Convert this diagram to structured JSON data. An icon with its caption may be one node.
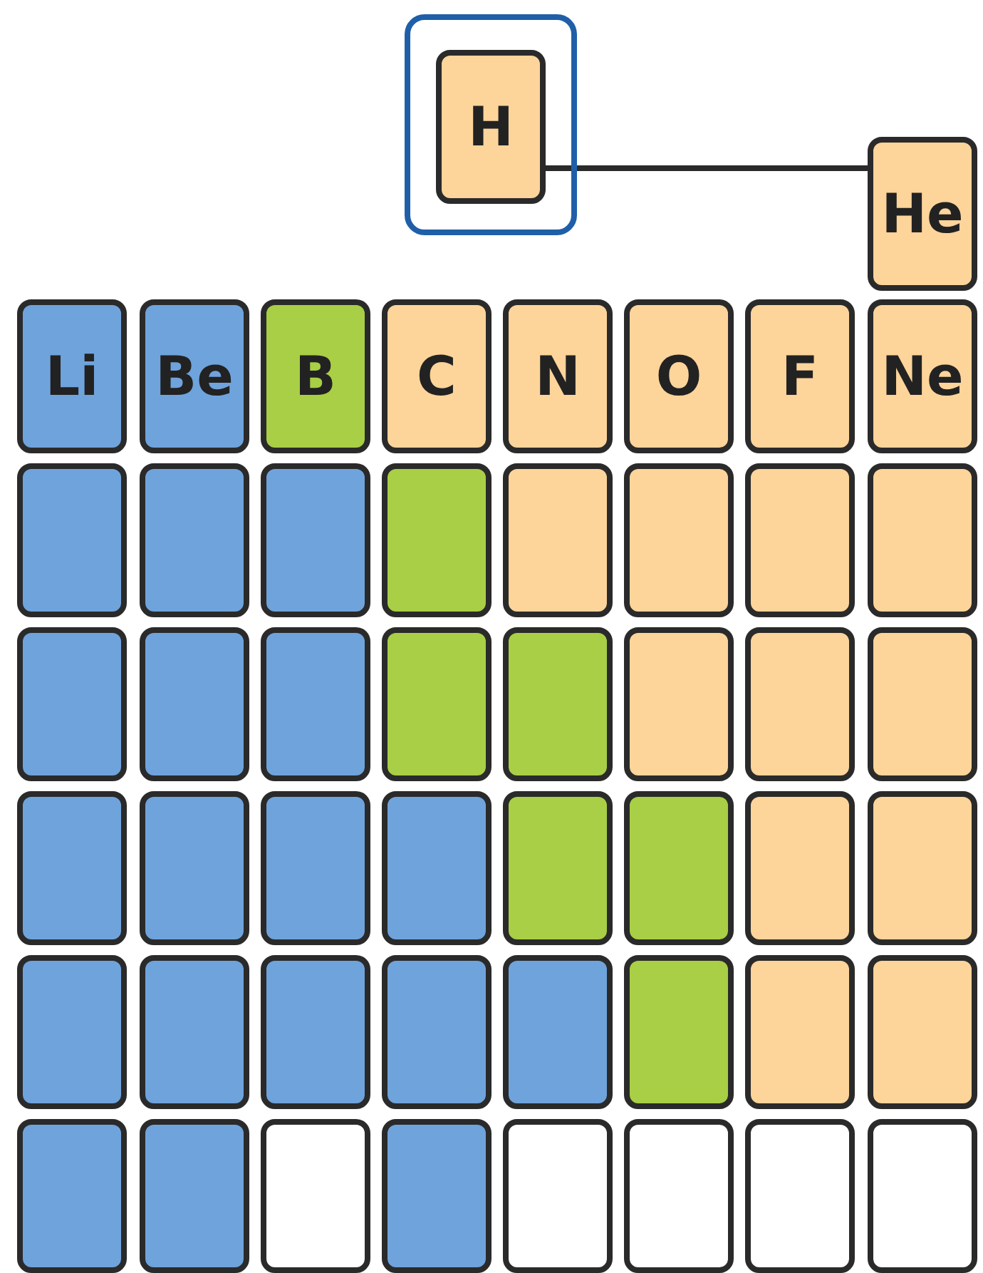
{
  "diagram": {
    "nodes": [
      {
        "text": [],
        "shape": "box"
      },
      {
        "text": [
          "H"
        ],
        "in": 0
      },
      {
        "text": [
          "He"
        ]
      },
      {
        "text": [
          "Li"
        ]
      },
      {
        "text": [
          "Be"
        ]
      },
      {
        "text": [
          "B"
        ]
      },
      {
        "text": [
          "C"
        ]
      },
      {
        "text": [
          "N"
        ]
      },
      {
        "text": [
          "O"
        ]
      },
      {
        "text": [
          "F"
        ]
      },
      {
        "text": [
          "Ne"
        ]
      },
      {
        "text": [],
        "shape": "box"
      },
      {
        "text": [],
        "shape": "box"
      },
      {
        "text": [],
        "shape": "box"
      },
      {
        "text": [],
        "shape": "box"
      },
      {
        "text": [],
        "shape": "box"
      },
      {
        "text": [],
        "shape": "box"
      },
      {
        "text": [],
        "shape": "box"
      },
      {
        "text": [],
        "shape": "box"
      },
      {
        "text": [],
        "shape": "box"
      },
      {
        "text": [],
        "shape": "box"
      },
      {
        "text": [],
        "shape": "box"
      },
      {
        "text": [],
        "shape": "box"
      },
      {
        "text": [],
        "shape": "box"
      },
      {
        "text": [],
        "shape": "box"
      },
      {
        "text": [],
        "shape": "box"
      },
      {
        "text": [],
        "shape": "box"
      },
      {
        "text": [],
        "shape": "box"
      },
      {
        "text": [],
        "shape": "box"
      },
      {
        "text": [],
        "shape": "box"
      },
      {
        "text": [],
        "shape": "box"
      },
      {
        "text": [],
        "shape": "box"
      },
      {
        "text": [],
        "shape": "box"
      },
      {
        "text": [],
        "shape": "box"
      },
      {
        "text": [],
        "shape": "box"
      },
      {
        "text": [],
        "shape": "box"
      },
      {
        "text": [],
        "shape": "box"
      },
      {
        "text": [],
        "shape": "box"
      },
      {
        "text": [],
        "shape": "box"
      },
      {
        "text": [],
        "shape": "box"
      },
      {
        "text": [],
        "shape": "box"
      },
      {
        "text": [],
        "shape": "box"
      },
      {
        "text": [],
        "shape": "box"
      },
      {
        "text": [],
        "shape": "box"
      },
      {
        "text": [],
        "shape": "box"
      },
      {
        "text": [],
        "shape": "box"
      },
      {
        "text": [],
        "shape": "box"
      },
      {
        "text": [],
        "shape": "box"
      },
      {
        "text": [],
        "shape": "box"
      },
      {
        "text": [],
        "shape": "box"
      },
      {
        "text": [],
        "shape": "box"
      }
    ],
    "edges": [
      {
        "from": 1,
        "to": 2,
        "arrow": "none"
      }
    ]
  }
}
